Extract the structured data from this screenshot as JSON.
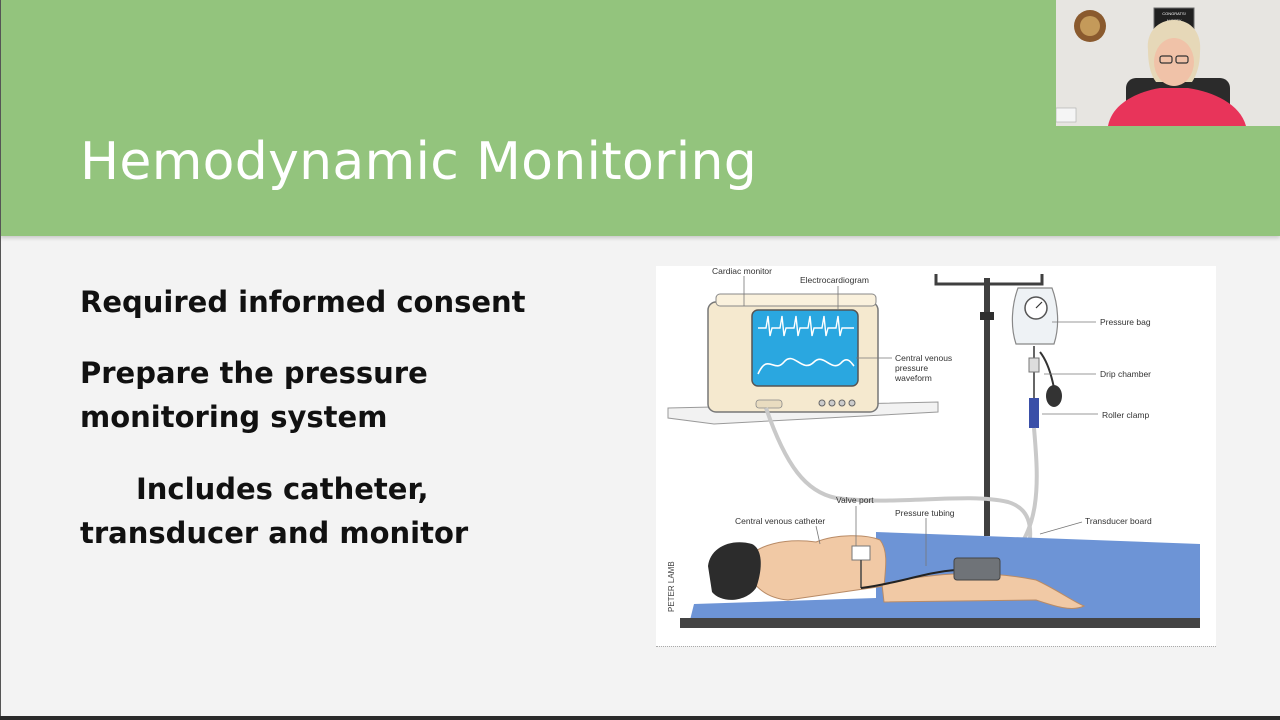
{
  "slide": {
    "title": "Hemodynamic Monitoring",
    "bullets": [
      "Required informed consent",
      "Prepare the pressure monitoring system",
      "Includes catheter, transducer and monitor"
    ]
  },
  "diagram": {
    "labels": {
      "cardiac_monitor": "Cardiac monitor",
      "electrocardiogram": "Electrocardiogram",
      "cvp_waveform_1": "Central venous",
      "cvp_waveform_2": "pressure",
      "cvp_waveform_3": "waveform",
      "pressure_bag": "Pressure bag",
      "drip_chamber": "Drip chamber",
      "roller_clamp": "Roller clamp",
      "valve_port": "Valve port",
      "pressure_tubing": "Pressure tubing",
      "central_venous_catheter": "Central venous catheter",
      "transducer_board": "Transducer board",
      "artist_credit": "PETER LAMB"
    }
  },
  "webcam": {
    "poster_text_1": "CONGRATS!",
    "poster_text_2": "AUDREY",
    "poster_text_3": "WHITAKER &",
    "poster_text_4": "ARIEA MAY"
  },
  "colors": {
    "header_green": "#93c47d",
    "slide_background": "#f3f3f3",
    "monitor_screen": "#2aa7e0",
    "bed_blue": "#6d94d6"
  }
}
